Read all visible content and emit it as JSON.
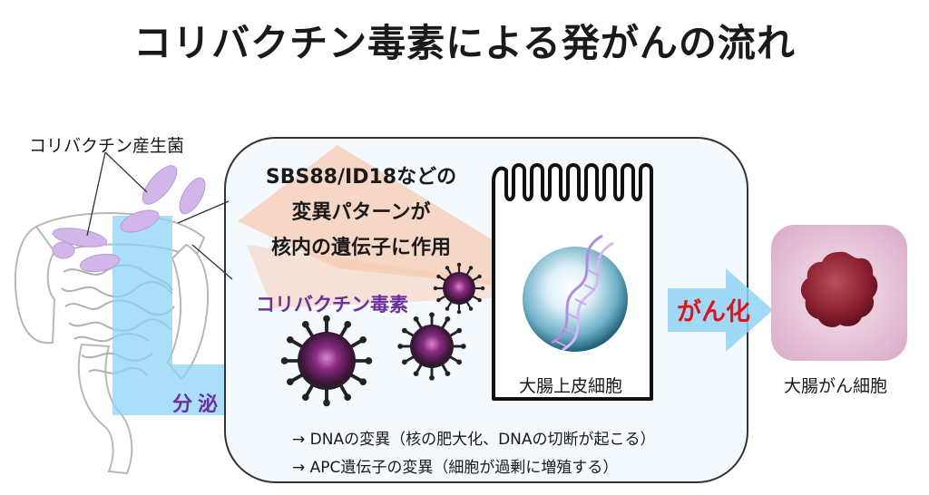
{
  "title": "コリバクチン毒素による発がんの流れ",
  "labels": {
    "bacteria": "コリバクチン産生菌",
    "secrete": "分泌",
    "pattern_lines": [
      "SBS88/ID18などの",
      "変異パターンが",
      "核内の遺伝子に作用"
    ],
    "toxin": "コリバクチン毒素",
    "epithelial_cell": "大腸上皮細胞",
    "canceration": "がん化",
    "cancer_cell": "大腸がん細胞"
  },
  "notes": [
    "→ DNAの変異（核の肥大化、DNAの切断が起こる）",
    "→ APC遺伝子の変異（細胞が過剰に増殖する）"
  ],
  "colors": {
    "panel_fill": "#f3f9fd",
    "arrow_blue": "#8fd3f4",
    "beam": "#f7c9b0",
    "toxin_purple": "#6b2fa0",
    "bacteria": "#d2b6ea",
    "cancer_red": "#e0141a",
    "cancer_cell_bg": "#e9c8db"
  }
}
